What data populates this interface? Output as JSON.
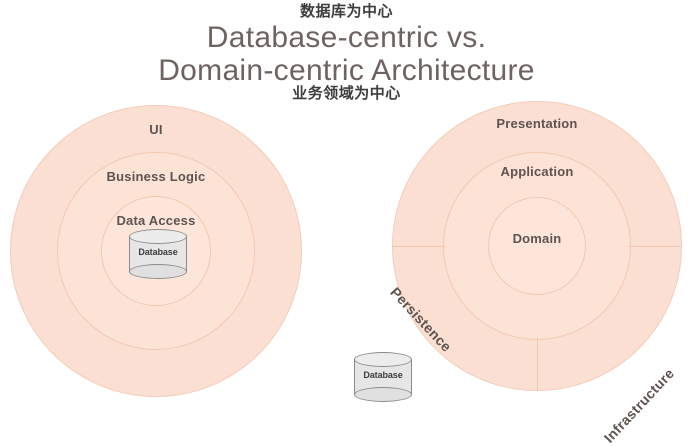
{
  "header": {
    "cn_top_label": "数据库为中心",
    "cn_bottom_label": "业务领域为中心",
    "title_line1": "Database-centric vs.",
    "title_line2": "Domain-centric Architecture"
  },
  "diagrams": [
    {
      "id": "database-centric",
      "rings": [
        {
          "name": "ui",
          "label": "UI"
        },
        {
          "name": "business-logic",
          "label": "Business Logic"
        },
        {
          "name": "data-access",
          "label": "Data Access"
        }
      ],
      "database": {
        "label": "Database"
      }
    },
    {
      "id": "domain-centric",
      "rings": [
        {
          "name": "presentation",
          "label": "Presentation"
        },
        {
          "name": "application",
          "label": "Application"
        },
        {
          "name": "domain",
          "label": "Domain"
        }
      ],
      "sectors": [
        {
          "name": "persistence",
          "label": "Persistence"
        },
        {
          "name": "infrastructure",
          "label": "Infrastructure"
        }
      ],
      "database": {
        "label": "Database"
      }
    }
  ],
  "colors": {
    "ring_fill": "#fbdfd2",
    "ring_stroke": "#f2c9b2",
    "title_text": "#6e6360",
    "label_text": "#5f5350",
    "cylinder_fill": "#e6e6e6",
    "cylinder_stroke": "#8c8c8c",
    "background": "#ffffff"
  }
}
